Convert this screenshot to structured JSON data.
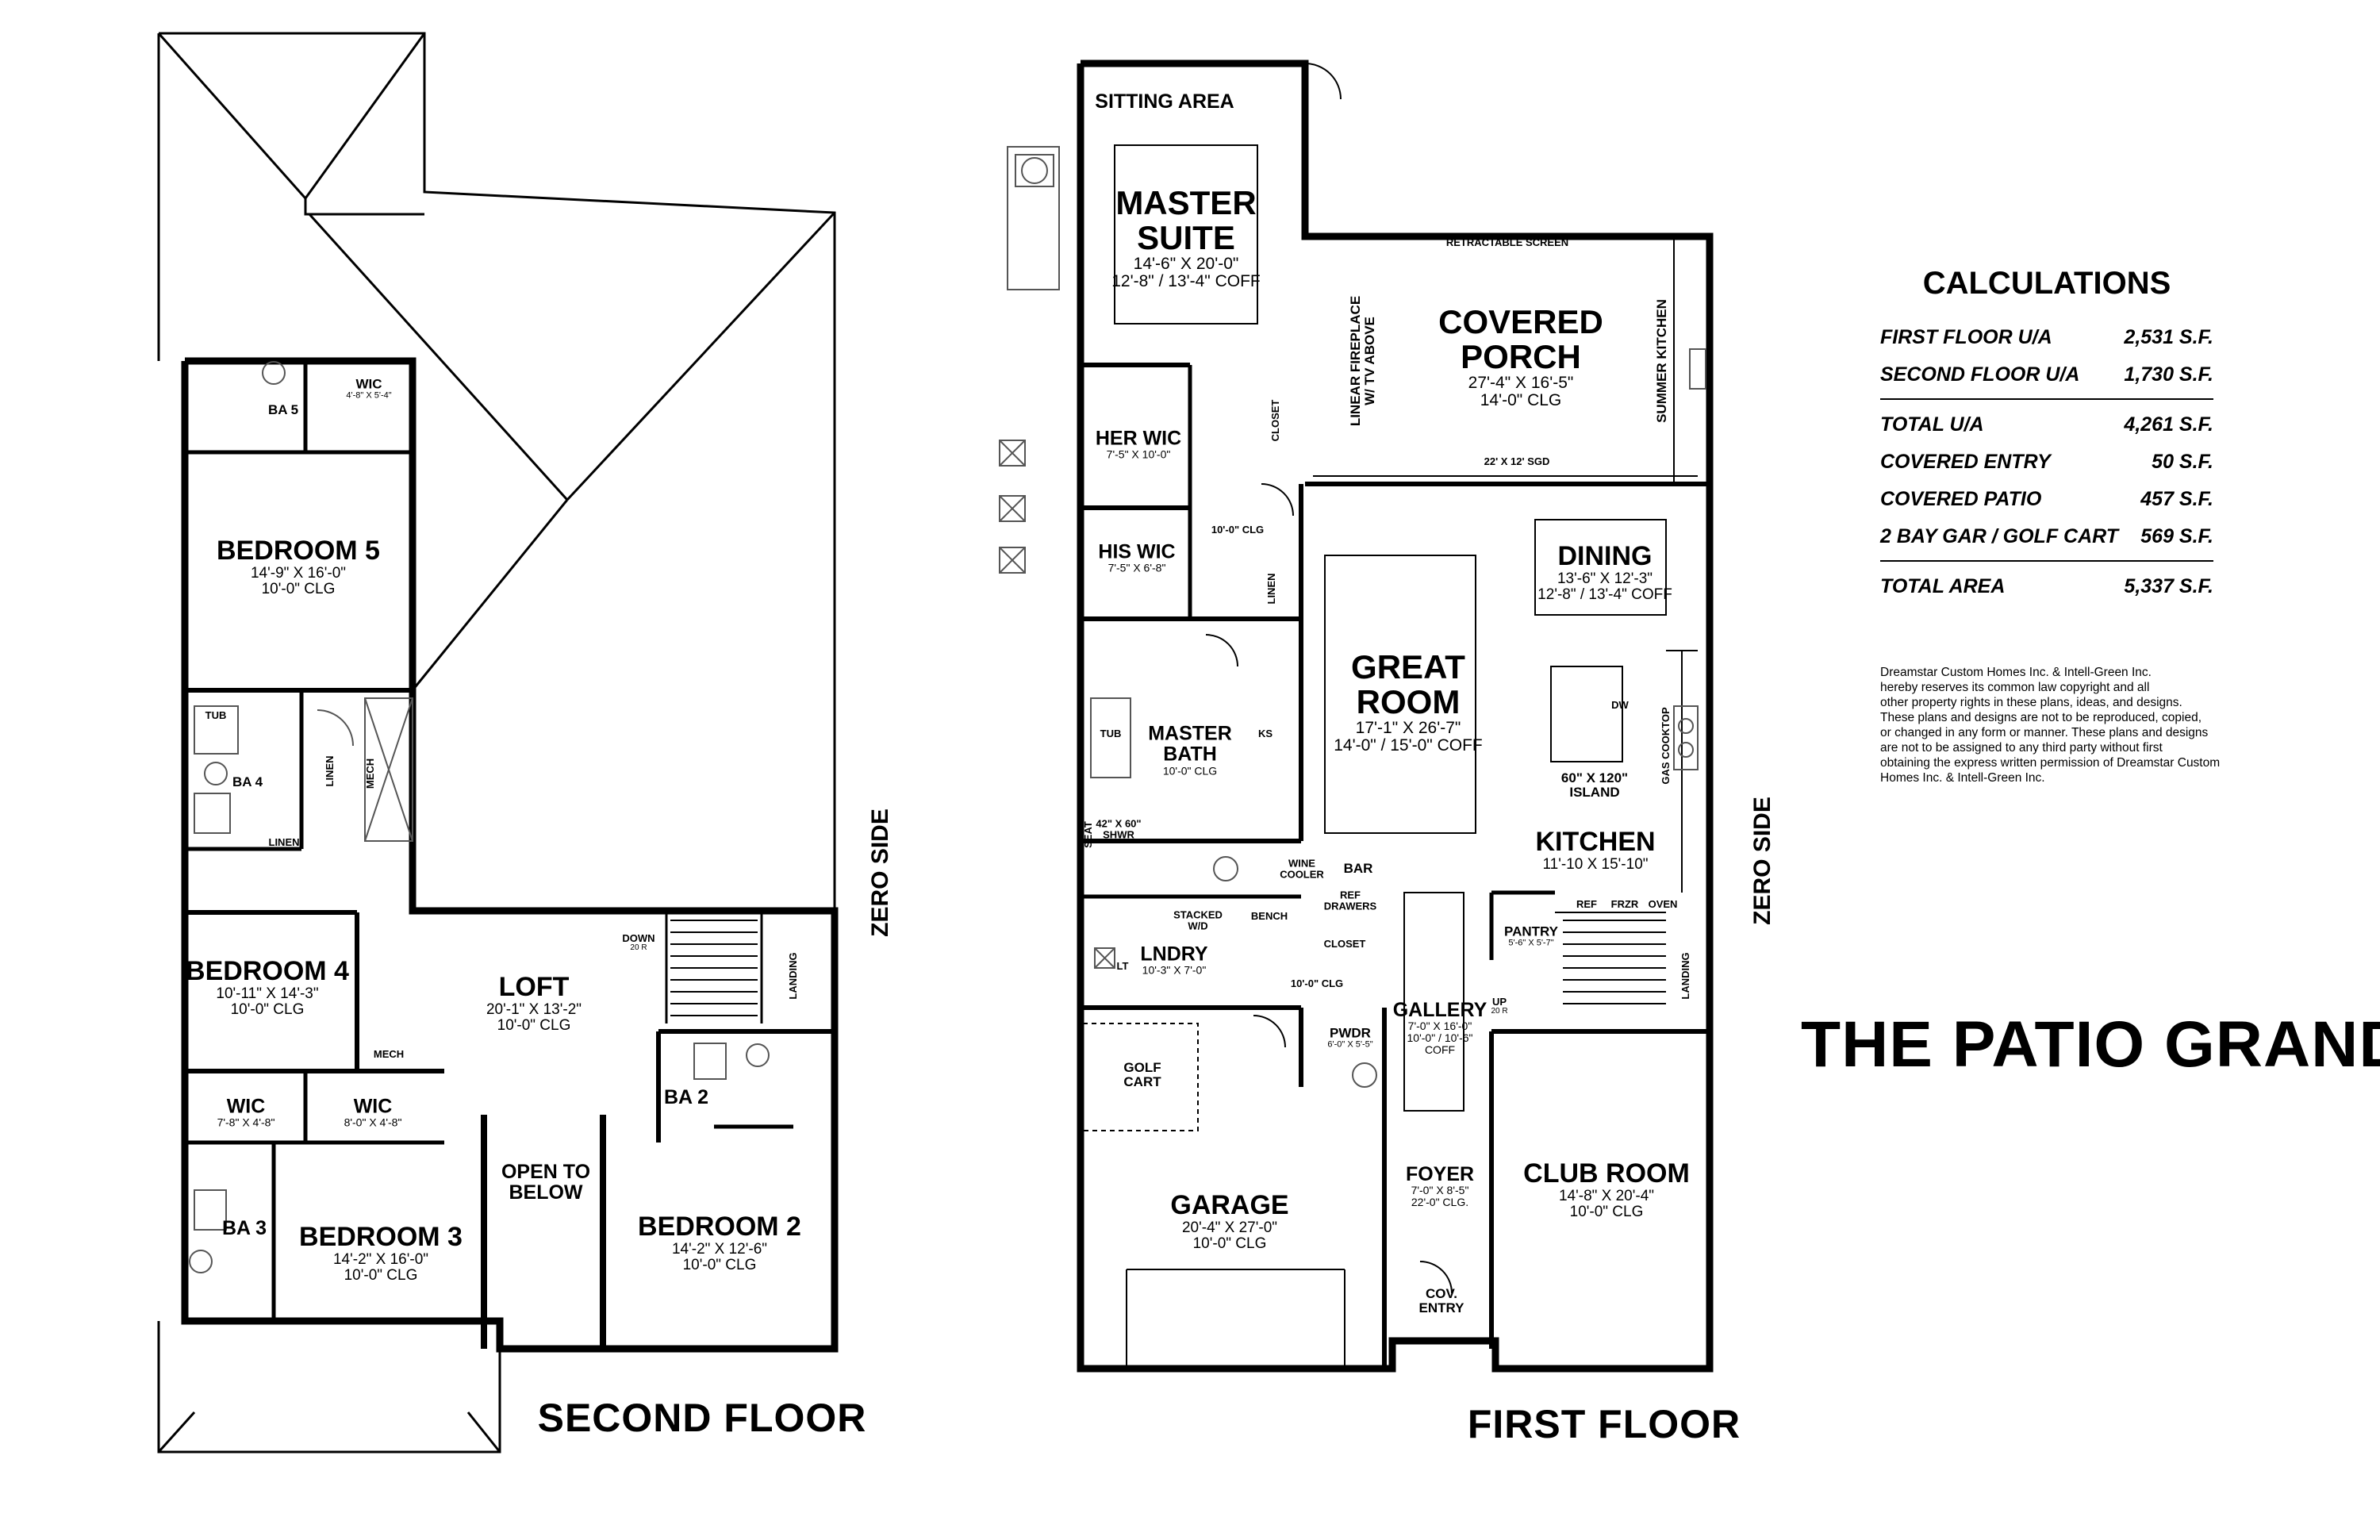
{
  "plan_title": "THE PATIO GRAND",
  "colors": {
    "ink": "#000000",
    "paper": "#ffffff",
    "fixture": "#777777",
    "hatch": "#555555"
  },
  "second_floor": {
    "title": "SECOND FLOOR",
    "zero_side": "ZERO SIDE",
    "rooms": [
      {
        "id": "ba5",
        "name": "BA 5",
        "dims": []
      },
      {
        "id": "wic5",
        "name": "WIC",
        "dims": [
          "4'-8\" X 5'-4\""
        ]
      },
      {
        "id": "bed5",
        "name": "BEDROOM 5",
        "dims": [
          "14'-9\" X 16'-0\"",
          "10'-0\" CLG"
        ]
      },
      {
        "id": "tub",
        "name": "TUB",
        "dims": []
      },
      {
        "id": "ba4",
        "name": "BA 4",
        "dims": []
      },
      {
        "id": "linen1",
        "name": "LINEN",
        "dims": []
      },
      {
        "id": "linen2",
        "name": "LINEN",
        "dims": []
      },
      {
        "id": "mech1",
        "name": "MECH",
        "dims": []
      },
      {
        "id": "bed4",
        "name": "BEDROOM 4",
        "dims": [
          "10'-11\" X 14'-3\"",
          "10'-0\" CLG"
        ]
      },
      {
        "id": "mech2",
        "name": "MECH",
        "dims": []
      },
      {
        "id": "loft",
        "name": "LOFT",
        "dims": [
          "20'-1\" X 13'-2\"",
          "10'-0\" CLG"
        ]
      },
      {
        "id": "down",
        "name": "DOWN",
        "dims": [
          "20 R"
        ]
      },
      {
        "id": "landing2",
        "name": "LANDING",
        "dims": []
      },
      {
        "id": "wic4",
        "name": "WIC",
        "dims": [
          "7'-8\" X 4'-8\""
        ]
      },
      {
        "id": "wic3",
        "name": "WIC",
        "dims": [
          "8'-0\" X 4'-8\""
        ]
      },
      {
        "id": "ba2",
        "name": "BA 2",
        "dims": []
      },
      {
        "id": "ba3",
        "name": "BA 3",
        "dims": []
      },
      {
        "id": "bed3",
        "name": "BEDROOM 3",
        "dims": [
          "14'-2\" X 16'-0\"",
          "10'-0\" CLG"
        ]
      },
      {
        "id": "open",
        "name": "OPEN TO\nBELOW",
        "dims": []
      },
      {
        "id": "bed2",
        "name": "BEDROOM 2",
        "dims": [
          "14'-2\" X 12'-6\"",
          "10'-0\" CLG"
        ]
      }
    ]
  },
  "first_floor": {
    "title": "FIRST FLOOR",
    "zero_side": "ZERO SIDE",
    "rooms": [
      {
        "id": "sitting",
        "name": "SITTING AREA",
        "dims": []
      },
      {
        "id": "master",
        "name": "MASTER\nSUITE",
        "dims": [
          "14'-6\" X 20'-0\"",
          "12'-8\" / 13'-4\" COFF"
        ]
      },
      {
        "id": "screen",
        "name": "RETRACTABLE SCREEN",
        "dims": []
      },
      {
        "id": "porch",
        "name": "COVERED\nPORCH",
        "dims": [
          "27'-4\" X 16'-5\"",
          "14'-0\" CLG"
        ]
      },
      {
        "id": "fireplace",
        "name": "LINEAR FIREPLACE\nW/ TV ABOVE",
        "dims": []
      },
      {
        "id": "summer",
        "name": "SUMMER KITCHEN",
        "dims": []
      },
      {
        "id": "sgd",
        "name": "22' X 12' SGD",
        "dims": []
      },
      {
        "id": "herwic",
        "name": "HER WIC",
        "dims": [
          "7'-5\" X 10'-0\""
        ]
      },
      {
        "id": "closet1",
        "name": "CLOSET",
        "dims": []
      },
      {
        "id": "hiswic",
        "name": "HIS WIC",
        "dims": [
          "7'-5\" X 6'-8\""
        ]
      },
      {
        "id": "clg10",
        "name": "10'-0\" CLG",
        "dims": []
      },
      {
        "id": "linen",
        "name": "LINEN",
        "dims": []
      },
      {
        "id": "great",
        "name": "GREAT\nROOM",
        "dims": [
          "17'-1\" X 26'-7\"",
          "14'-0\" / 15'-0\" COFF"
        ]
      },
      {
        "id": "dining",
        "name": "DINING",
        "dims": [
          "13'-6\" X 12'-3\"",
          "12'-8\" / 13'-4\" COFF"
        ]
      },
      {
        "id": "tub",
        "name": "TUB",
        "dims": []
      },
      {
        "id": "mbath",
        "name": "MASTER\nBATH",
        "dims": [
          "10'-0\" CLG"
        ]
      },
      {
        "id": "ks",
        "name": "KS",
        "dims": []
      },
      {
        "id": "shwr",
        "name": "42\" X 60\"\nSHWR",
        "dims": []
      },
      {
        "id": "seat",
        "name": "SEAT",
        "dims": []
      },
      {
        "id": "dw",
        "name": "DW",
        "dims": []
      },
      {
        "id": "island",
        "name": "60\" X 120\"\nISLAND",
        "dims": []
      },
      {
        "id": "cooktop",
        "name": "GAS COOKTOP",
        "dims": []
      },
      {
        "id": "kitchen",
        "name": "KITCHEN",
        "dims": [
          "11'-10 X 15'-10\""
        ]
      },
      {
        "id": "wine",
        "name": "WINE\nCOOLER",
        "dims": []
      },
      {
        "id": "bar",
        "name": "BAR",
        "dims": []
      },
      {
        "id": "refdr",
        "name": "REF\nDRAWERS",
        "dims": []
      },
      {
        "id": "ref",
        "name": "REF",
        "dims": []
      },
      {
        "id": "frzr",
        "name": "FRZR",
        "dims": []
      },
      {
        "id": "oven",
        "name": "OVEN",
        "dims": []
      },
      {
        "id": "stacked",
        "name": "STACKED\nW/D",
        "dims": []
      },
      {
        "id": "bench",
        "name": "BENCH",
        "dims": []
      },
      {
        "id": "lndry",
        "name": "LNDRY",
        "dims": [
          "10'-3\" X 7'-0\""
        ]
      },
      {
        "id": "lt",
        "name": "LT",
        "dims": []
      },
      {
        "id": "closet2",
        "name": "CLOSET",
        "dims": []
      },
      {
        "id": "clg10b",
        "name": "10'-0\" CLG",
        "dims": []
      },
      {
        "id": "pantry",
        "name": "PANTRY",
        "dims": [
          "5'-6\" X 5'-7\""
        ]
      },
      {
        "id": "up",
        "name": "UP",
        "dims": [
          "20 R"
        ]
      },
      {
        "id": "landing1",
        "name": "LANDING",
        "dims": []
      },
      {
        "id": "gallery",
        "name": "GALLERY",
        "dims": [
          "7'-0\" X 16'-0\"",
          "10'-0\" / 10'-6\"",
          "COFF"
        ]
      },
      {
        "id": "golf",
        "name": "GOLF\nCART",
        "dims": []
      },
      {
        "id": "pwdr",
        "name": "PWDR",
        "dims": [
          "6'-0\" X 5'-5\""
        ]
      },
      {
        "id": "garage",
        "name": "GARAGE",
        "dims": [
          "20'-4\" X 27'-0\"",
          "10'-0\" CLG"
        ]
      },
      {
        "id": "foyer",
        "name": "FOYER",
        "dims": [
          "7'-0\" X 8'-5\"",
          "22'-0\" CLG."
        ]
      },
      {
        "id": "club",
        "name": "CLUB ROOM",
        "dims": [
          "14'-8\" X 20'-4\"",
          "10'-0\" CLG"
        ]
      },
      {
        "id": "coventry",
        "name": "COV.\nENTRY",
        "dims": []
      }
    ]
  },
  "calculations": {
    "title": "CALCULATIONS",
    "rows": [
      {
        "label": "FIRST FLOOR U/A",
        "value": "2,531 S.F."
      },
      {
        "label": "SECOND FLOOR U/A",
        "value": "1,730 S.F."
      },
      {
        "label": "TOTAL U/A",
        "value": "4,261 S.F."
      },
      {
        "label": "COVERED ENTRY",
        "value": "50 S.F."
      },
      {
        "label": "COVERED PATIO",
        "value": "457 S.F."
      },
      {
        "label": "2 BAY GAR / GOLF CART",
        "value": "569 S.F."
      },
      {
        "label": "TOTAL AREA",
        "value": "5,337 S.F."
      }
    ]
  },
  "copyright": "Dreamstar Custom Homes Inc. & Intell-Green Inc.\nhereby reserves its common law copyright and all\nother property rights in these plans, ideas, and designs.\nThese plans and designs are not to be reproduced, copied,\nor changed in any form or manner. These plans and designs\nare not to be assigned to any third party without first\nobtaining the express written permission of Dreamstar Custom\nHomes Inc. & Intell-Green Inc."
}
